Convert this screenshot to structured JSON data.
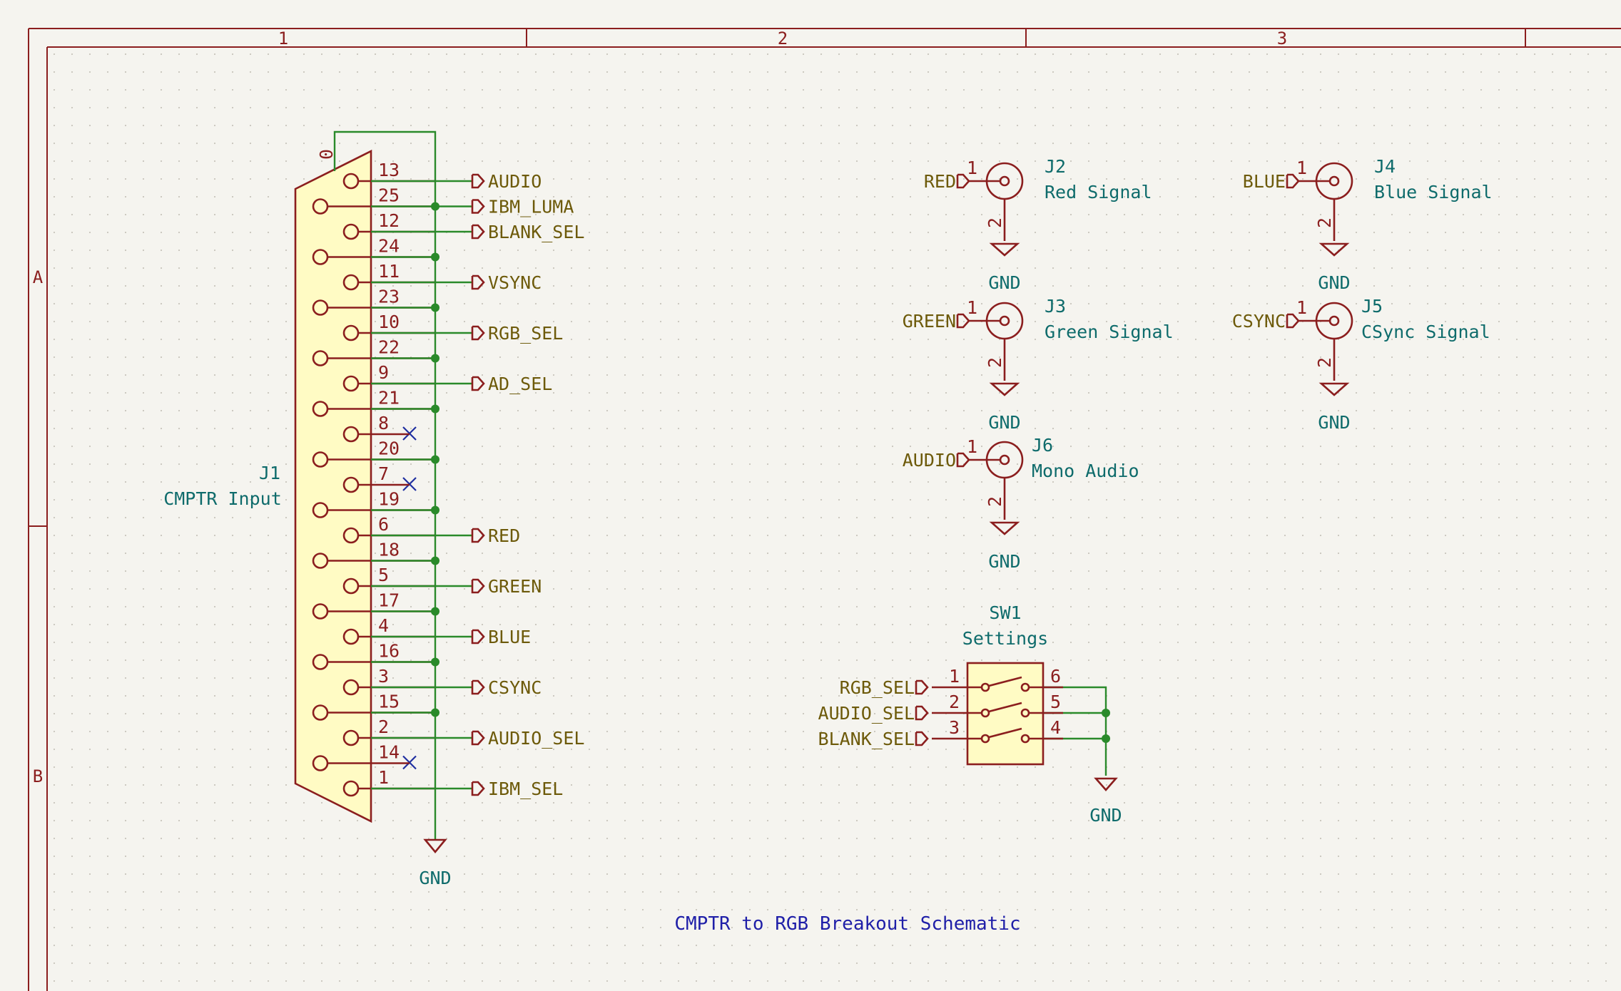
{
  "frame": {
    "columns": [
      "1",
      "2",
      "3"
    ],
    "rows": [
      "A",
      "B"
    ]
  },
  "title": "CMPTR to RGB Breakout Schematic",
  "power_label": "GND",
  "j1": {
    "ref": "J1",
    "value": "CMPTR Input",
    "shell_pin": "0",
    "pins": [
      {
        "num": "13",
        "net": "AUDIO"
      },
      {
        "num": "25",
        "net": "IBM_LUMA"
      },
      {
        "num": "12",
        "net": "BLANK_SEL"
      },
      {
        "num": "24",
        "net": ""
      },
      {
        "num": "11",
        "net": "VSYNC"
      },
      {
        "num": "23",
        "net": ""
      },
      {
        "num": "10",
        "net": "RGB_SEL"
      },
      {
        "num": "22",
        "net": ""
      },
      {
        "num": "9",
        "net": "AD_SEL"
      },
      {
        "num": "21",
        "net": ""
      },
      {
        "num": "8",
        "net": ""
      },
      {
        "num": "20",
        "net": ""
      },
      {
        "num": "7",
        "net": ""
      },
      {
        "num": "19",
        "net": ""
      },
      {
        "num": "6",
        "net": "RED"
      },
      {
        "num": "18",
        "net": ""
      },
      {
        "num": "5",
        "net": "GREEN"
      },
      {
        "num": "17",
        "net": ""
      },
      {
        "num": "4",
        "net": "BLUE"
      },
      {
        "num": "16",
        "net": ""
      },
      {
        "num": "3",
        "net": "CSYNC"
      },
      {
        "num": "15",
        "net": ""
      },
      {
        "num": "2",
        "net": "AUDIO_SEL"
      },
      {
        "num": "14",
        "net": ""
      },
      {
        "num": "1",
        "net": "IBM_SEL"
      }
    ]
  },
  "coax": [
    {
      "ref": "J2",
      "value": "Red Signal",
      "net": "RED",
      "pin1": "1",
      "pin2": "2"
    },
    {
      "ref": "J3",
      "value": "Green Signal",
      "net": "GREEN",
      "pin1": "1",
      "pin2": "2"
    },
    {
      "ref": "J6",
      "value": "Mono Audio",
      "net": "AUDIO",
      "pin1": "1",
      "pin2": "2"
    },
    {
      "ref": "J4",
      "value": "Blue Signal",
      "net": "BLUE",
      "pin1": "1",
      "pin2": "2"
    },
    {
      "ref": "J5",
      "value": "CSync Signal",
      "net": "CSYNC",
      "pin1": "1",
      "pin2": "2"
    }
  ],
  "sw1": {
    "ref": "SW1",
    "value": "Settings",
    "left": [
      {
        "num": "1",
        "net": "RGB_SEL"
      },
      {
        "num": "2",
        "net": "AUDIO_SEL"
      },
      {
        "num": "3",
        "net": "BLANK_SEL"
      }
    ],
    "right": [
      "6",
      "5",
      "4"
    ]
  }
}
